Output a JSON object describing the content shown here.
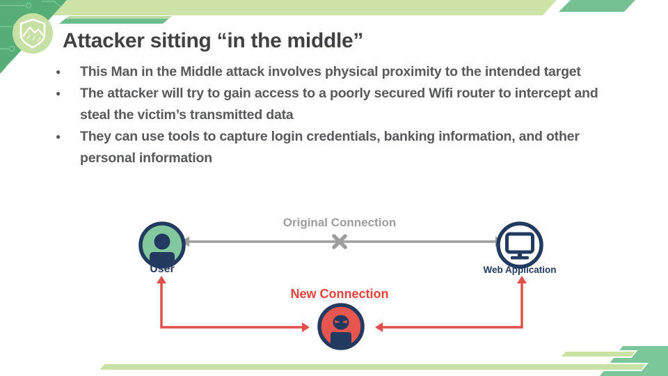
{
  "slide": {
    "title": "Attacker sitting “in the middle”",
    "bullets": [
      "This Man in the Middle attack involves physical proximity to the intended target",
      "The attacker will try to gain access to a poorly secured Wifi router to intercept and steal the victim’s transmitted data",
      "They can use tools to capture login credentials, banking information, and other personal information"
    ]
  },
  "diagram": {
    "original_connection_label": "Original Connection",
    "new_connection_label": "New Connection",
    "user_label": "User",
    "web_application_label": "Web Application",
    "icons": {
      "user": "person-in-circle",
      "web_application": "monitor-in-circle",
      "attacker": "hacker-in-circle",
      "blocked_connection": "x-mark",
      "logo": "mountain-shield"
    }
  },
  "colors": {
    "navy": "#233a60",
    "red_accent": "#e2504c",
    "red_fill": "#e6564f",
    "gray_connection": "#9d9d9d",
    "green_light_band": "#cde3a7",
    "green_medium": "#6cbd8d",
    "green_dark_corner": "#56ad76",
    "green_user_fill": "#82c79d",
    "green_stripe": "#c9e1a2",
    "title_text": "#414042",
    "body_text": "#58595b"
  }
}
